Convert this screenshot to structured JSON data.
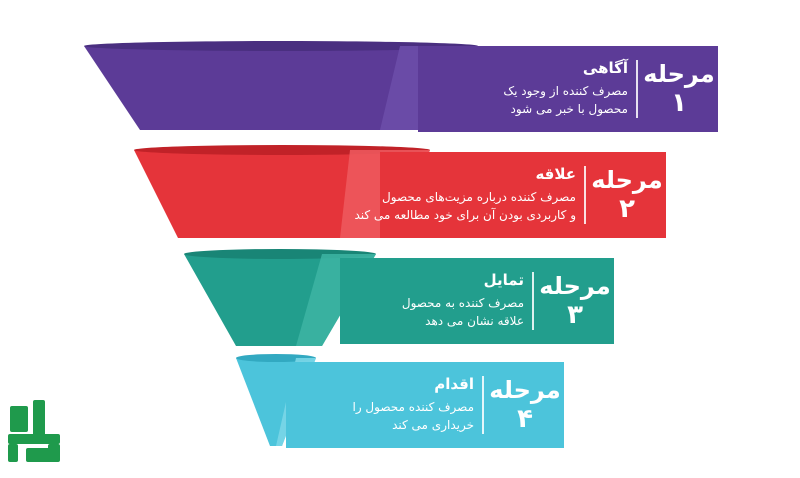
{
  "colors": {
    "stage1": "#5c3b97",
    "stage2": "#e5343a",
    "stage3": "#229e8d",
    "stage4": "#4cc4db",
    "logo": "#1f9a4c"
  },
  "stages": [
    {
      "word": "مرحله",
      "number": "۱",
      "title": "آگاهی",
      "lines": [
        "مصرف کننده از وجود یک",
        "محصول با خبر می شود"
      ]
    },
    {
      "word": "مرحله",
      "number": "۲",
      "title": "علاقه",
      "lines": [
        "مصرف کننده درباره مزیت‌های محصول",
        "و کاربردی بودن آن برای خود مطالعه می کند"
      ]
    },
    {
      "word": "مرحله",
      "number": "۳",
      "title": "تمایل",
      "lines": [
        "مصرف کننده به محصول",
        "علاقه نشان می دهد"
      ]
    },
    {
      "word": "مرحله",
      "number": "۴",
      "title": "اقدام",
      "lines": [
        "مصرف کننده محصول را",
        "خریداری می کند"
      ]
    }
  ]
}
